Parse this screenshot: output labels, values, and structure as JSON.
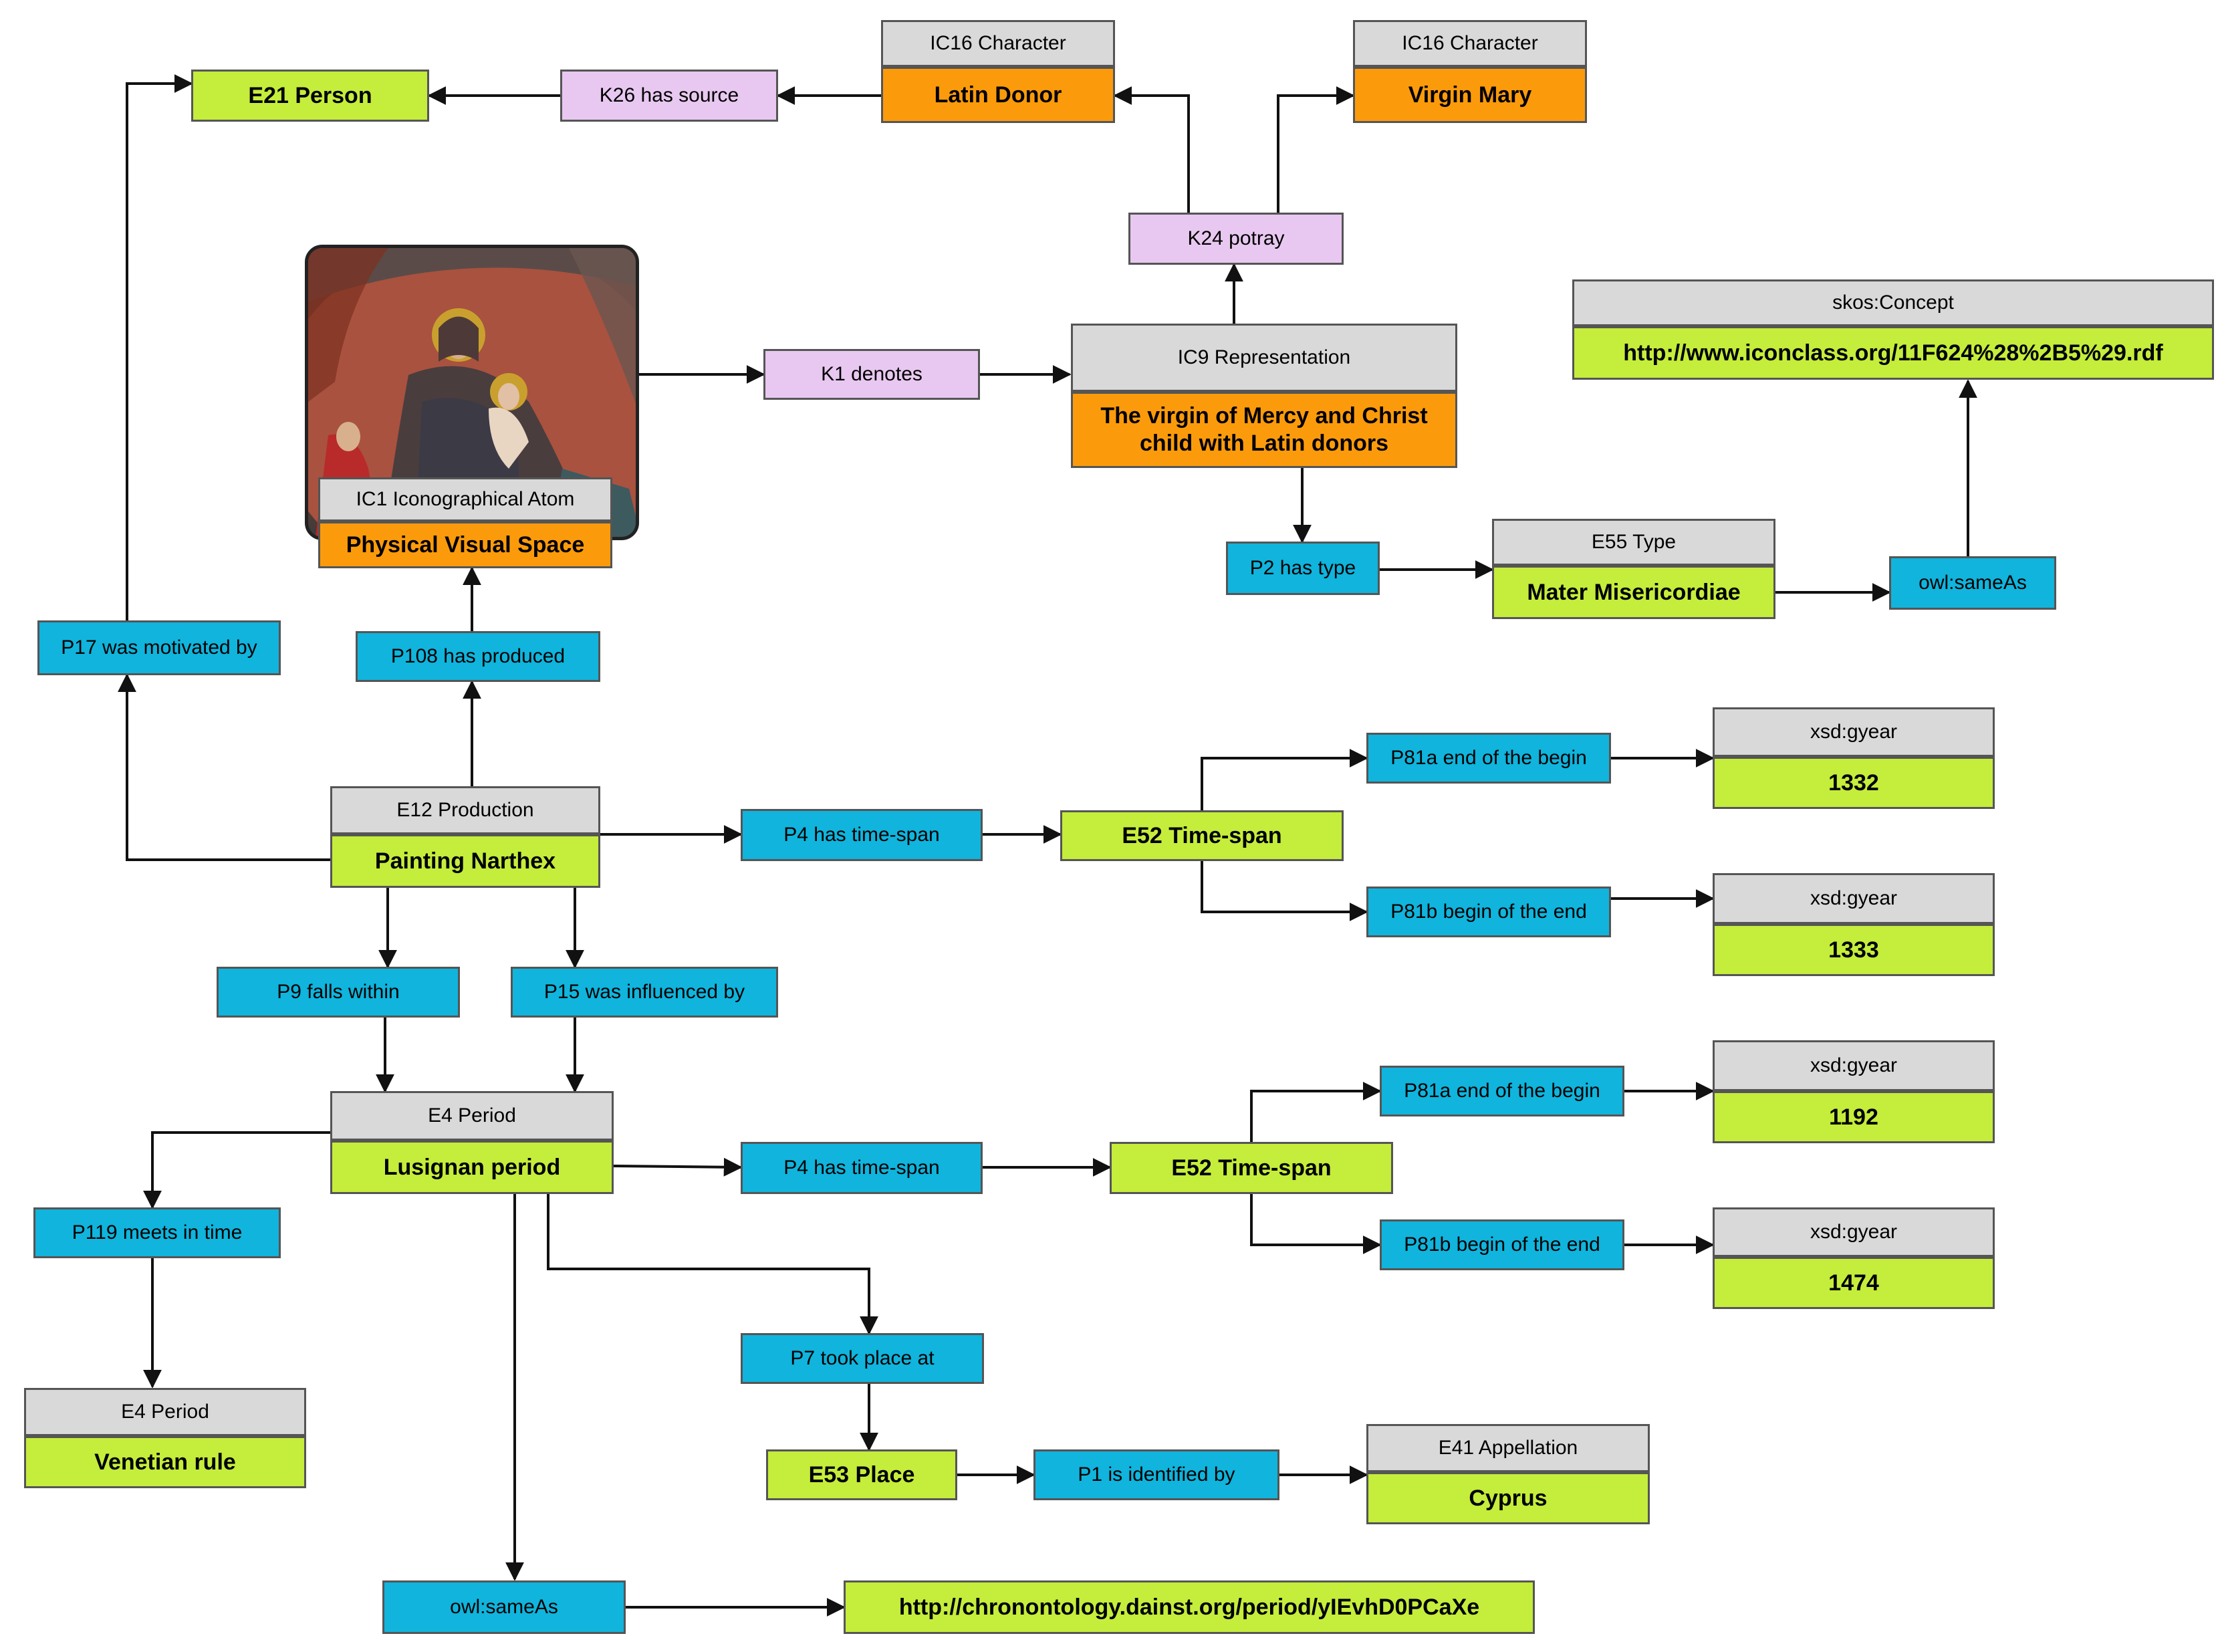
{
  "nodes": {
    "e21_person": "E21 Person",
    "k26_has_source": "K26 has source",
    "ic16_a_head": "IC16 Character",
    "ic16_a_body": "Latin Donor",
    "ic16_b_head": "IC16 Character",
    "ic16_b_body": "Virgin Mary",
    "k24_potray": "K24 potray",
    "skos_head": "skos:Concept",
    "skos_body": "http://www.iconclass.org/11F624%28%2B5%29.rdf",
    "k1_denotes": "K1 denotes",
    "ic9_head": "IC9 Representation",
    "ic9_body": "The virgin of Mercy and Christ child with Latin donors",
    "ic1_head": "IC1 Iconographical Atom",
    "ic1_body": "Physical Visual Space",
    "p2_has_type": "P2 has type",
    "e55_head": "E55 Type",
    "e55_body": "Mater Misericordiae",
    "owl_sameas_1": "owl:sameAs",
    "p17_was_motivated_by": "P17 was motivated by",
    "p108_has_produced": "P108 has produced",
    "p81a_1": "P81a end of the begin",
    "gyear_1332_head": "xsd:gyear",
    "gyear_1332_body": "1332",
    "e12_head": "E12 Production",
    "e12_body": "Painting Narthex",
    "p4_has_timespan_1": "P4 has time-span",
    "e52_timespan_1": "E52 Time-span",
    "p81b_1": "P81b begin of the end",
    "gyear_1333_head": "xsd:gyear",
    "gyear_1333_body": "1333",
    "p9_falls_within": "P9 falls within",
    "p15_was_influenced_by": "P15 was influenced by",
    "p81a_2": "P81a end of the begin",
    "gyear_1192_head": "xsd:gyear",
    "gyear_1192_body": "1192",
    "e4_head": "E4 Period",
    "e4_body": "Lusignan period",
    "p4_has_timespan_2": "P4 has time-span",
    "e52_timespan_2": "E52 Time-span",
    "p119_meets_in_time": "P119 meets in time",
    "p81b_2": "P81b begin of the end",
    "gyear_1474_head": "xsd:gyear",
    "gyear_1474_body": "1474",
    "p7_took_place_at": "P7 took place at",
    "e4_venetian_head": "E4 Period",
    "e4_venetian_body": "Venetian rule",
    "e53_place": "E53 Place",
    "p1_is_identified_by": "P1 is identified by",
    "e41_head": "E41 Appellation",
    "e41_body": "Cyprus",
    "owl_sameas_2": "owl:sameAs",
    "chronontology_uri": "http://chronontology.dainst.org/period/yIEvhD0PCaXe"
  },
  "colors": {
    "property": "#10b4dc",
    "k_property": "#e8c8f0",
    "entity_green": "#c5ed3c",
    "entity_orange": "#fb9b0c",
    "class_header": "#d9d9d9",
    "edge": "#111111"
  },
  "image": {
    "subject": "painting-virgin-of-mercy-fresco"
  }
}
